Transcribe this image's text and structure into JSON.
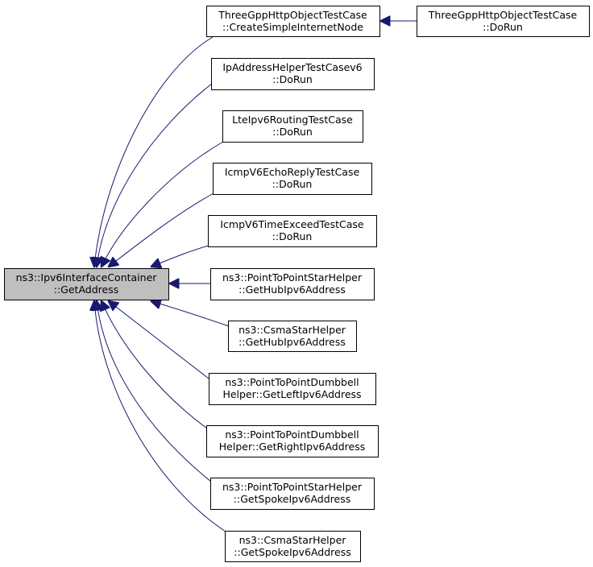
{
  "colors": {
    "edge": "#191970",
    "focus_fill": "#bfbfbf",
    "node_fill": "#ffffff",
    "border": "#000000"
  },
  "nodes": [
    {
      "id": "focus",
      "lines": [
        "ns3::Ipv6InterfaceContainer",
        "::GetAddress"
      ],
      "focus": true
    },
    {
      "id": "n1",
      "lines": [
        "ThreeGppHttpObjectTestCase",
        "::CreateSimpleInternetNode"
      ]
    },
    {
      "id": "n1b",
      "lines": [
        "ThreeGppHttpObjectTestCase",
        "::DoRun"
      ]
    },
    {
      "id": "n2",
      "lines": [
        "IpAddressHelperTestCasev6",
        "::DoRun"
      ]
    },
    {
      "id": "n3",
      "lines": [
        "LteIpv6RoutingTestCase",
        "::DoRun"
      ]
    },
    {
      "id": "n4",
      "lines": [
        "IcmpV6EchoReplyTestCase",
        "::DoRun"
      ]
    },
    {
      "id": "n5",
      "lines": [
        "IcmpV6TimeExceedTestCase",
        "::DoRun"
      ]
    },
    {
      "id": "n6",
      "lines": [
        "ns3::PointToPointStarHelper",
        "::GetHubIpv6Address"
      ]
    },
    {
      "id": "n7",
      "lines": [
        "ns3::CsmaStarHelper",
        "::GetHubIpv6Address"
      ]
    },
    {
      "id": "n8",
      "lines": [
        "ns3::PointToPointDumbbell",
        "Helper::GetLeftIpv6Address"
      ]
    },
    {
      "id": "n9",
      "lines": [
        "ns3::PointToPointDumbbell",
        "Helper::GetRightIpv6Address"
      ]
    },
    {
      "id": "n10",
      "lines": [
        "ns3::PointToPointStarHelper",
        "::GetSpokeIpv6Address"
      ]
    },
    {
      "id": "n11",
      "lines": [
        "ns3::CsmaStarHelper",
        "::GetSpokeIpv6Address"
      ]
    }
  ],
  "edges": [
    {
      "from": "n1",
      "to": "focus"
    },
    {
      "from": "n1b",
      "to": "n1"
    },
    {
      "from": "n2",
      "to": "focus"
    },
    {
      "from": "n3",
      "to": "focus"
    },
    {
      "from": "n4",
      "to": "focus"
    },
    {
      "from": "n5",
      "to": "focus"
    },
    {
      "from": "n6",
      "to": "focus"
    },
    {
      "from": "n7",
      "to": "focus"
    },
    {
      "from": "n8",
      "to": "focus"
    },
    {
      "from": "n9",
      "to": "focus"
    },
    {
      "from": "n10",
      "to": "focus"
    },
    {
      "from": "n11",
      "to": "focus"
    }
  ]
}
